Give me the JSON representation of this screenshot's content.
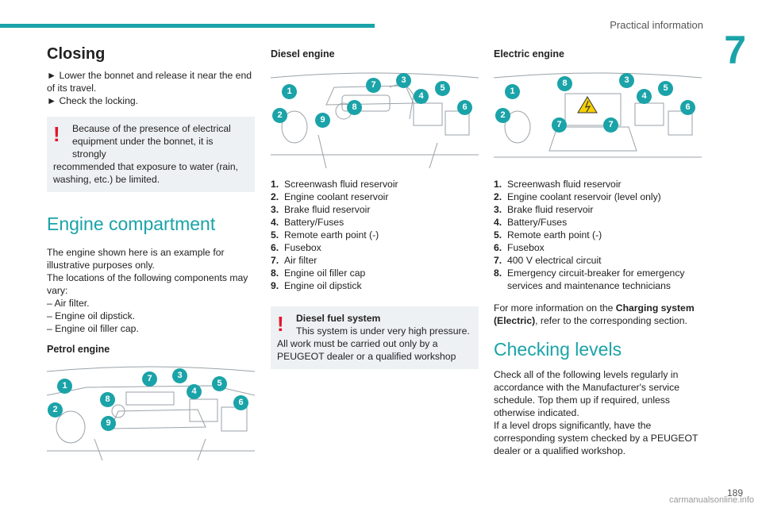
{
  "header": {
    "title": "Practical information",
    "chapter": "7",
    "page": "189"
  },
  "watermark": "carmanualsonline.info",
  "closing": {
    "title": "Closing",
    "steps": [
      "► Lower the bonnet and release it near the end of its travel.",
      "► Check the locking."
    ],
    "warning": {
      "line1": "Because of the presence of electrical equipment under the bonnet, it is strongly",
      "line2": "recommended that exposure to water (rain, washing, etc.) be limited."
    }
  },
  "engine_compartment": {
    "title": "Engine compartment",
    "intro1": "The engine shown here is an example for illustrative purposes only.",
    "intro2": "The locations of the following components may vary:",
    "items": [
      "– Air filter.",
      "– Engine oil dipstick.",
      "– Engine oil filler cap."
    ]
  },
  "petrol": {
    "title": "Petrol engine",
    "badges": [
      "1",
      "2",
      "3",
      "4",
      "5",
      "6",
      "7",
      "8",
      "9"
    ]
  },
  "diesel": {
    "title": "Diesel engine",
    "badges": [
      "1",
      "2",
      "3",
      "4",
      "5",
      "6",
      "7",
      "8",
      "9"
    ],
    "legend": [
      {
        "num": "1.",
        "text": "Screenwash fluid reservoir"
      },
      {
        "num": "2.",
        "text": "Engine coolant reservoir"
      },
      {
        "num": "3.",
        "text": "Brake fluid reservoir"
      },
      {
        "num": "4.",
        "text": "Battery/Fuses"
      },
      {
        "num": "5.",
        "text": "Remote earth point (-)"
      },
      {
        "num": "6.",
        "text": "Fusebox"
      },
      {
        "num": "7.",
        "text": "Air filter"
      },
      {
        "num": "8.",
        "text": "Engine oil filler cap"
      },
      {
        "num": "9.",
        "text": "Engine oil dipstick"
      }
    ],
    "warning": {
      "heading": "Diesel fuel system",
      "line1": "This system is under very high pressure.",
      "line2": "All work must be carried out only by a PEUGEOT dealer or a qualified workshop"
    }
  },
  "electric": {
    "title": "Electric engine",
    "badges": [
      "1",
      "2",
      "3",
      "4",
      "5",
      "6",
      "7",
      "7",
      "8"
    ],
    "legend": [
      {
        "num": "1.",
        "text": "Screenwash fluid reservoir"
      },
      {
        "num": "2.",
        "text": "Engine coolant reservoir (level only)"
      },
      {
        "num": "3.",
        "text": "Brake fluid reservoir"
      },
      {
        "num": "4.",
        "text": "Battery/Fuses"
      },
      {
        "num": "5.",
        "text": "Remote earth point (-)"
      },
      {
        "num": "6.",
        "text": "Fusebox"
      },
      {
        "num": "7.",
        "text": "400 V electrical circuit"
      },
      {
        "num": "8.",
        "text": "Emergency circuit-breaker for emergency services and maintenance technicians"
      }
    ],
    "more_info": {
      "pre": "For more information on the ",
      "bold": "Charging system (Electric)",
      "post": ", refer to the corresponding section."
    }
  },
  "checking_levels": {
    "title": "Checking levels",
    "p1": "Check all of the following levels regularly in accordance with the Manufacturer's service schedule. Top them up if required, unless otherwise indicated.",
    "p2": "If a level drops significantly, have the corresponding system checked by a PEUGEOT dealer or a qualified workshop."
  },
  "colors": {
    "accent": "#1aa3a8",
    "warning_red": "#e3142c",
    "box_bg": "#eef1f3"
  }
}
